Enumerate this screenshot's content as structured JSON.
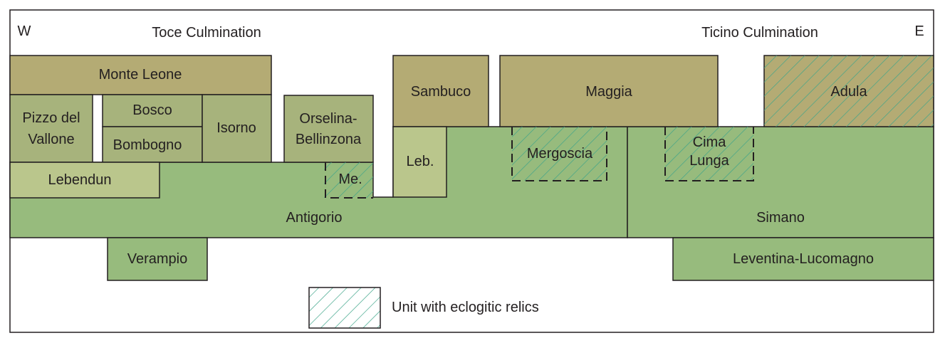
{
  "labels": {
    "west": "W",
    "east": "E",
    "toce": "Toce Culmination",
    "ticino": "Ticino Culmination"
  },
  "colors": {
    "olive": "#b4ab74",
    "grey_green": "#a7b37c",
    "pale_green": "#bac68c",
    "green": "#97bb7d",
    "hatch": "#3fa58a",
    "outline": "#231f20"
  },
  "units": {
    "monte_leone": "Monte Leone",
    "pizzo_line1": "Pizzo del",
    "pizzo_line2": "Vallone",
    "bosco": "Bosco",
    "bombogno": "Bombogno",
    "isorno": "Isorno",
    "orselina_line1": "Orselina-",
    "orselina_line2": "Bellinzona",
    "lebendun": "Lebendun",
    "me": "Me.",
    "sambuco": "Sambuco",
    "leb": "Leb.",
    "maggia": "Maggia",
    "mergoscia": "Mergoscia",
    "adula": "Adula",
    "cima_line1": "Cima",
    "cima_line2": "Lunga",
    "antigorio": "Antigorio",
    "simano": "Simano",
    "verampio": "Verampio",
    "leventina": "Leventina-Lucomagno"
  },
  "legend": {
    "eclogitic": "Unit with eclogitic relics"
  }
}
